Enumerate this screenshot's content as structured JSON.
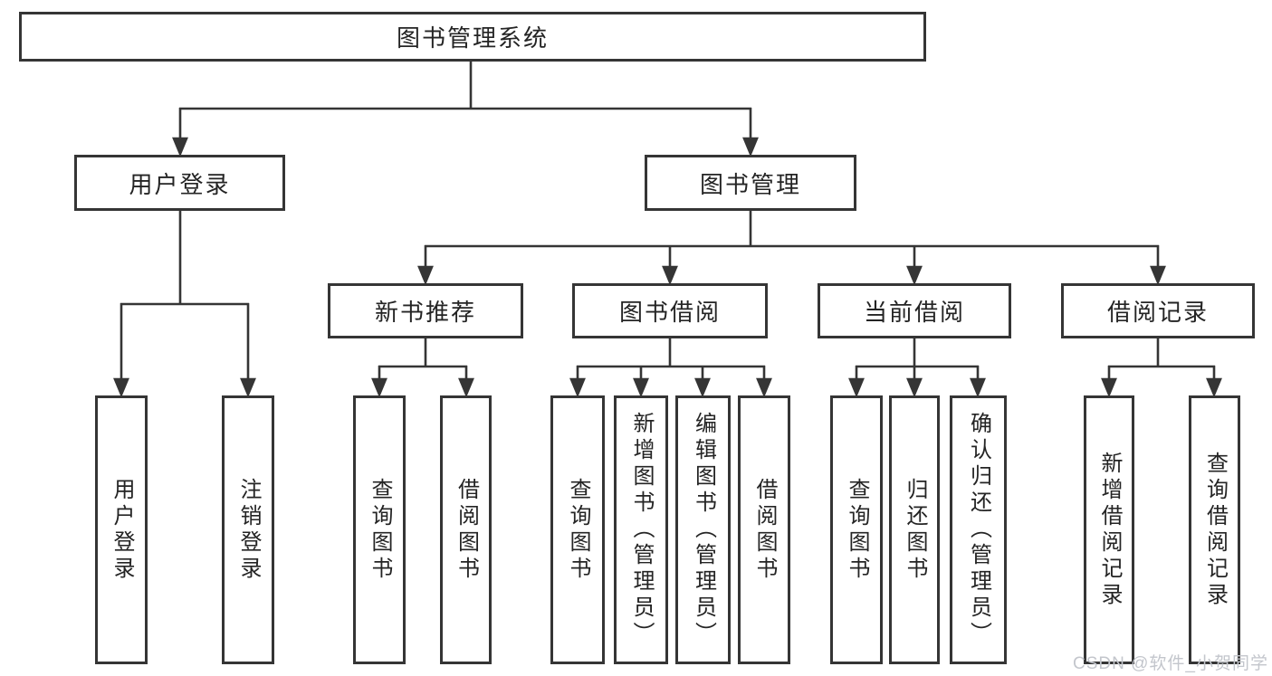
{
  "tree": {
    "label": "图书管理系统",
    "children": [
      {
        "label": "用户登录",
        "children": [
          {
            "label": "用户登录"
          },
          {
            "label": "注销登录"
          }
        ]
      },
      {
        "label": "图书管理",
        "children": [
          {
            "label": "新书推荐",
            "children": [
              {
                "label": "查询图书"
              },
              {
                "label": "借阅图书"
              }
            ]
          },
          {
            "label": "图书借阅",
            "children": [
              {
                "label": "查询图书"
              },
              {
                "label": "新增图书（管理员）"
              },
              {
                "label": "编辑图书（管理员）"
              },
              {
                "label": "借阅图书"
              }
            ]
          },
          {
            "label": "当前借阅",
            "children": [
              {
                "label": "查询图书"
              },
              {
                "label": "归还图书"
              },
              {
                "label": "确认归还（管理员）"
              }
            ]
          },
          {
            "label": "借阅记录",
            "children": [
              {
                "label": "新增借阅记录"
              },
              {
                "label": "查询借阅记录"
              }
            ]
          }
        ]
      }
    ]
  },
  "watermark": "CSDN @软件_小贺同学",
  "colors": {
    "line": "#353535",
    "text": "#242424",
    "background": "#ffffff",
    "watermark": "#c3c6cc"
  }
}
